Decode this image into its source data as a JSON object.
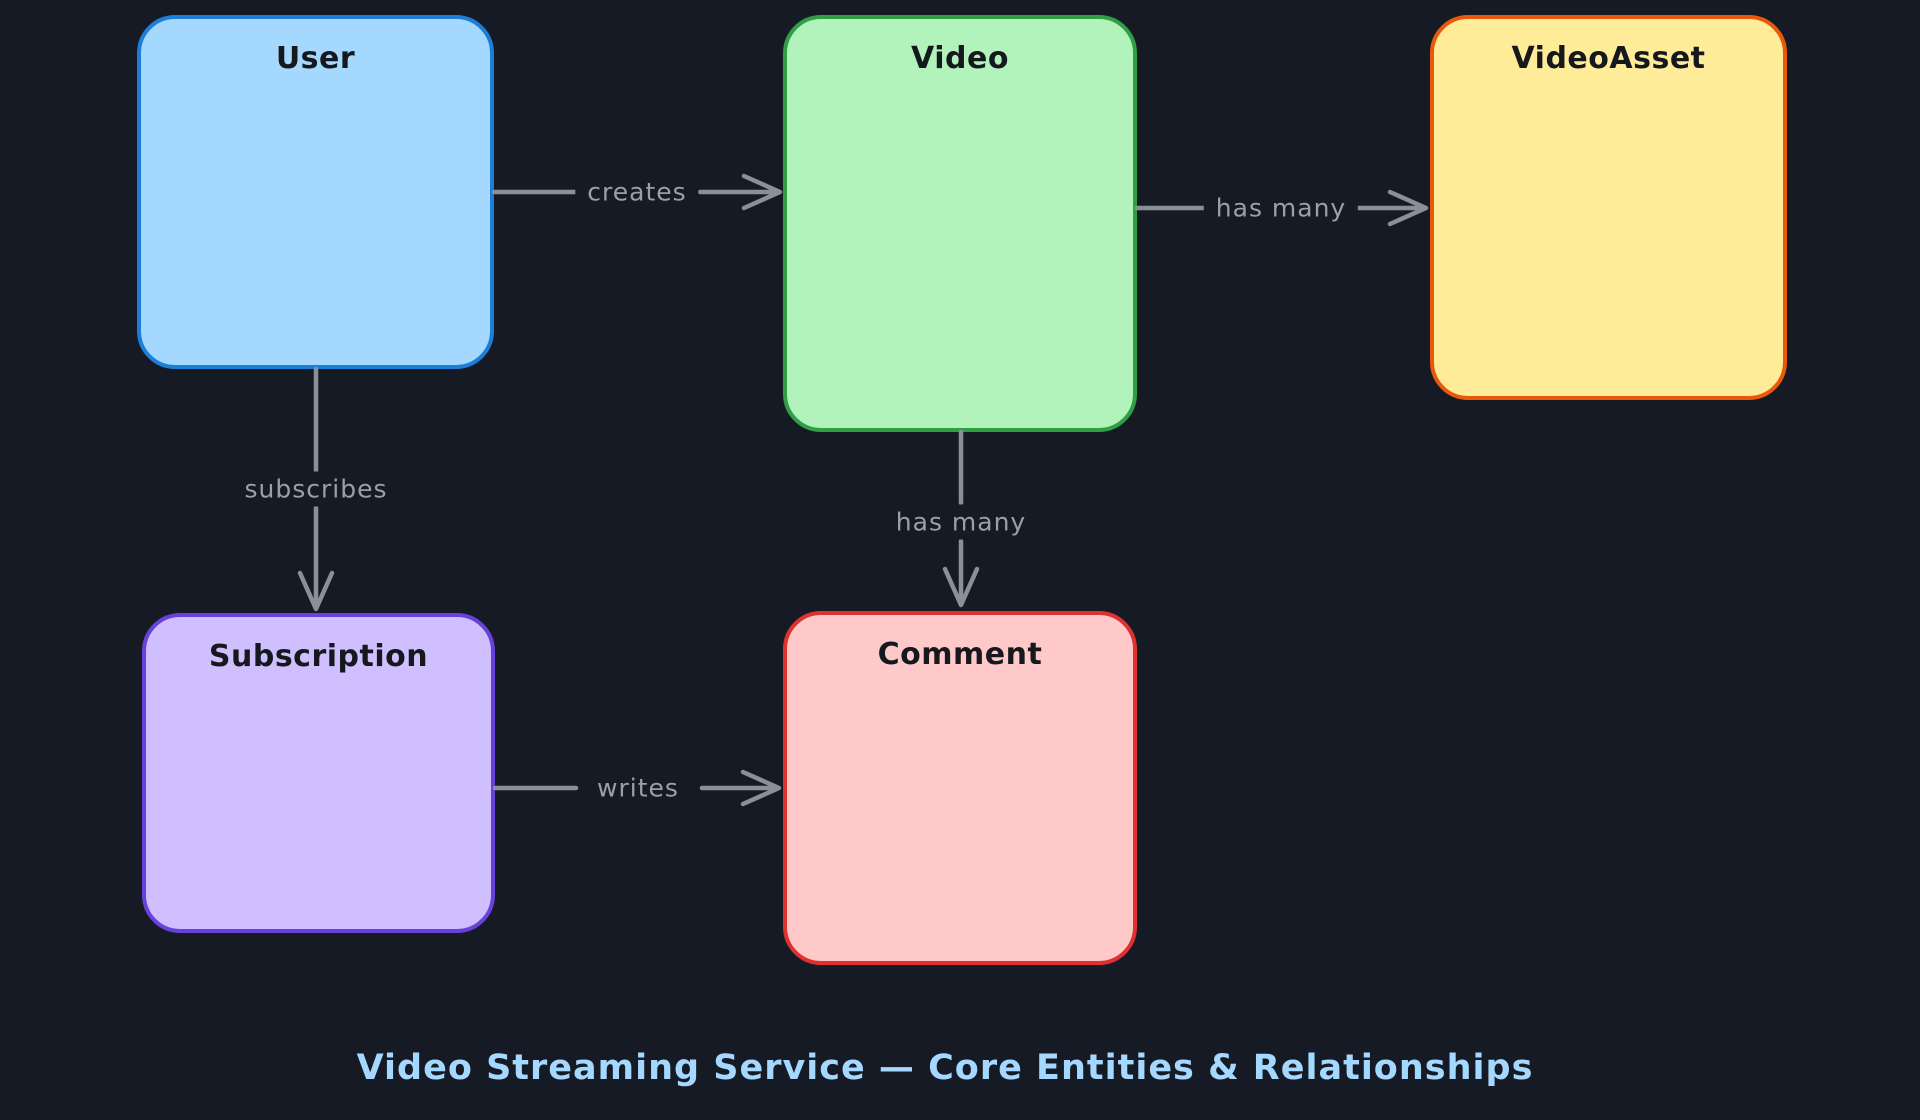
{
  "diagram": {
    "title": "Video Streaming Service — Core Entities & Relationships",
    "title_color": "#a5d8ff",
    "background_color": "#161a24",
    "arrow_color": "#8a9099",
    "edge_label_color": "#98a0a8",
    "entity_title_color": "#15181d",
    "entities": [
      {
        "id": "user",
        "label": "User",
        "fill": "#a5d8ff",
        "border": "#1c7ed6"
      },
      {
        "id": "video",
        "label": "Video",
        "fill": "#b2f2bb",
        "border": "#2f9e44"
      },
      {
        "id": "video-asset",
        "label": "VideoAsset",
        "fill": "#ffec99",
        "border": "#e8590c"
      },
      {
        "id": "subscription",
        "label": "Subscription",
        "fill": "#d0bfff",
        "border": "#6741d9"
      },
      {
        "id": "comment",
        "label": "Comment",
        "fill": "#ffc9c9",
        "border": "#e03131"
      }
    ],
    "relationships": [
      {
        "from": "User",
        "to": "Video",
        "label": "creates"
      },
      {
        "from": "Video",
        "to": "VideoAsset",
        "label": "has many"
      },
      {
        "from": "User",
        "to": "Subscription",
        "label": "subscribes"
      },
      {
        "from": "Video",
        "to": "Comment",
        "label": "has many"
      },
      {
        "from": "Subscription",
        "to": "Comment",
        "label": "writes"
      }
    ]
  }
}
